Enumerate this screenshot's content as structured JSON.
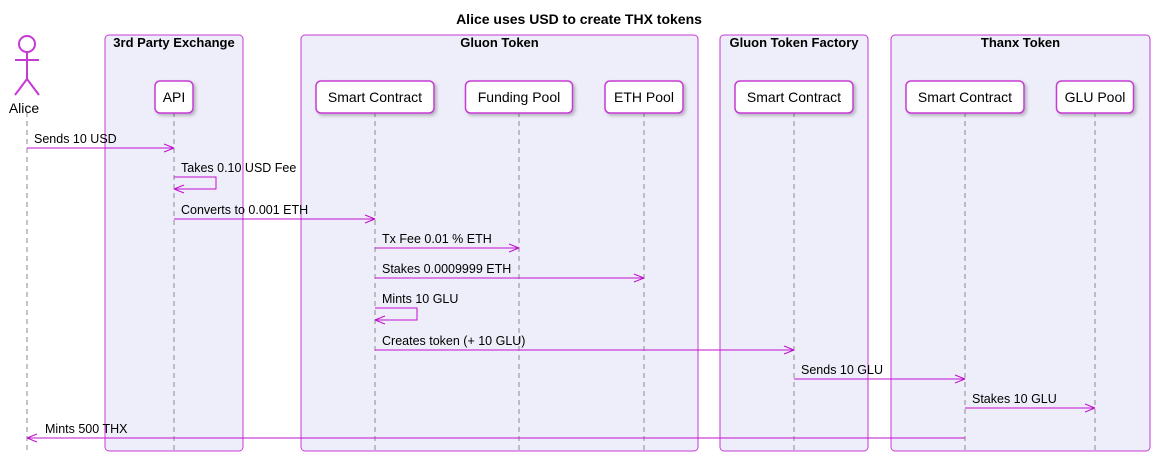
{
  "title": "Alice uses USD to create THX tokens",
  "colors": {
    "group_fill": "#EEEEFA",
    "group_border": "#C63AD4",
    "participant_border": "#C63AD4",
    "arrow": "#C010D0",
    "lifeline": "#8A8A8A"
  },
  "actor": {
    "id": "alice",
    "label": "Alice",
    "icon": "stick-figure-icon"
  },
  "groups": [
    {
      "id": "exchange",
      "label": "3rd Party Exchange"
    },
    {
      "id": "gluon",
      "label": "Gluon Token"
    },
    {
      "id": "factory",
      "label": "Gluon Token Factory"
    },
    {
      "id": "thanx",
      "label": "Thanx Token"
    }
  ],
  "participants": [
    {
      "id": "api",
      "label": "API",
      "group": "exchange"
    },
    {
      "id": "gluon_sc",
      "label": "Smart Contract",
      "group": "gluon"
    },
    {
      "id": "funding",
      "label": "Funding Pool",
      "group": "gluon"
    },
    {
      "id": "eth",
      "label": "ETH Pool",
      "group": "gluon"
    },
    {
      "id": "factory_sc",
      "label": "Smart Contract",
      "group": "factory"
    },
    {
      "id": "thanx_sc",
      "label": "Smart Contract",
      "group": "thanx"
    },
    {
      "id": "glu",
      "label": "GLU Pool",
      "group": "thanx"
    }
  ],
  "messages": [
    {
      "from": "alice",
      "to": "api",
      "label": "Sends 10 USD"
    },
    {
      "from": "api",
      "to": "api",
      "label": "Takes 0.10 USD Fee"
    },
    {
      "from": "api",
      "to": "gluon_sc",
      "label": "Converts to 0.001 ETH"
    },
    {
      "from": "gluon_sc",
      "to": "funding",
      "label": "Tx Fee 0.01 % ETH"
    },
    {
      "from": "gluon_sc",
      "to": "eth",
      "label": "Stakes 0.0009999 ETH"
    },
    {
      "from": "gluon_sc",
      "to": "gluon_sc",
      "label": "Mints 10 GLU"
    },
    {
      "from": "gluon_sc",
      "to": "factory_sc",
      "label": "Creates token (+ 10 GLU)"
    },
    {
      "from": "factory_sc",
      "to": "thanx_sc",
      "label": "Sends 10 GLU"
    },
    {
      "from": "thanx_sc",
      "to": "glu",
      "label": "Stakes 10 GLU"
    },
    {
      "from": "thanx_sc",
      "to": "alice",
      "label": "Mints 500 THX"
    }
  ]
}
